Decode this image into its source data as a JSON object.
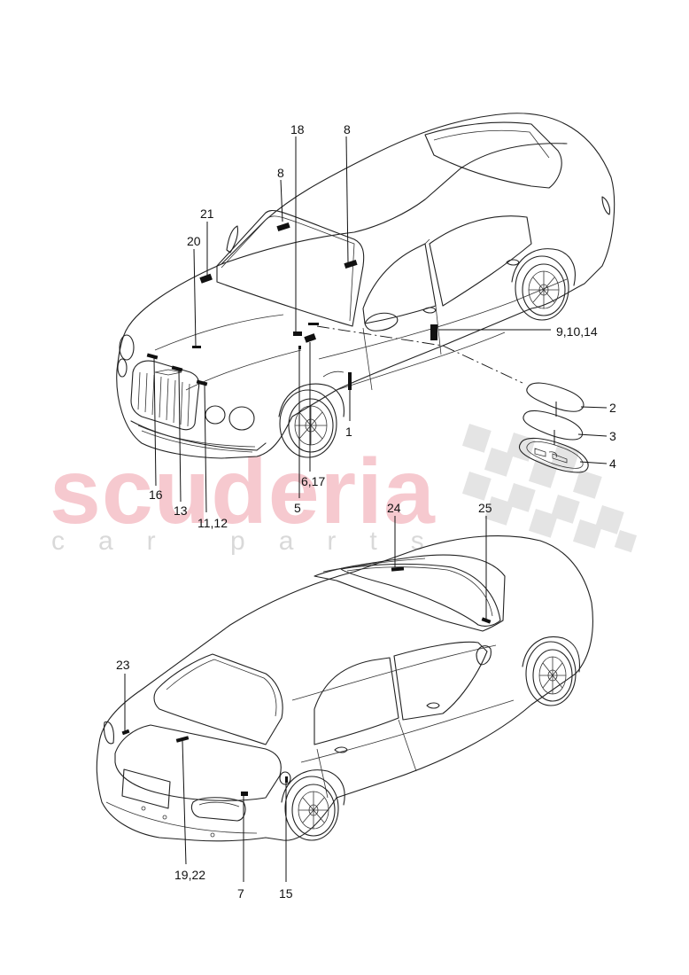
{
  "watermark": {
    "brand": "scuderia",
    "tagline": "car parts",
    "colors": {
      "brand": "#f6c9cf",
      "tagline": "#d9d9d9",
      "checker": "#e4e4e4"
    }
  },
  "callouts": {
    "c18": "18",
    "c8a": "8",
    "c8b": "8",
    "c21": "21",
    "c20": "20",
    "c91014": "9,10,14",
    "c2": "2",
    "c3": "3",
    "c4": "4",
    "c1": "1",
    "c16": "16",
    "c13": "13",
    "c1112": "11,12",
    "c5": "5",
    "c617": "6,17",
    "c24": "24",
    "c25": "25",
    "c23": "23",
    "c1922": "19,22",
    "c7": "7",
    "c15": "15"
  }
}
